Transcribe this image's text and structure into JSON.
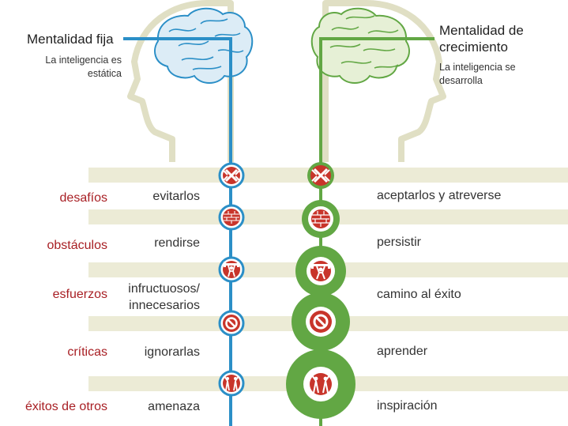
{
  "fixed": {
    "title": "Mentalidad fija",
    "subtitle_line1": "La inteligencia es",
    "subtitle_line2": "estática",
    "color": "#2b8fc7"
  },
  "growth": {
    "title_line1": "Mentalidad de",
    "title_line2": "crecimiento",
    "subtitle_line1": "La inteligencia se",
    "subtitle_line2": "desarrolla",
    "color": "#62a744"
  },
  "icon_color": "#c8352b",
  "band_color": "#ecebd6",
  "rows": [
    {
      "category": "desafíos",
      "fixed": "evitarlos",
      "growth": "aceptarlos y atreverse",
      "icon": "cross-arrows-icon"
    },
    {
      "category": "obstáculos",
      "fixed": "rendirse",
      "growth": "persistir",
      "icon": "brick-wall-icon"
    },
    {
      "category": "esfuerzos",
      "fixed_line1": "infructuosos/",
      "fixed_line2": "innecesarios",
      "growth": "camino al éxito",
      "icon": "weightlifter-icon"
    },
    {
      "category": "críticas",
      "fixed": "ignorarlas",
      "growth": "aprender",
      "icon": "prohibited-icon"
    },
    {
      "category": "éxitos de otros",
      "fixed": "amenaza",
      "growth": "inspiración",
      "icon": "people-icon"
    }
  ]
}
